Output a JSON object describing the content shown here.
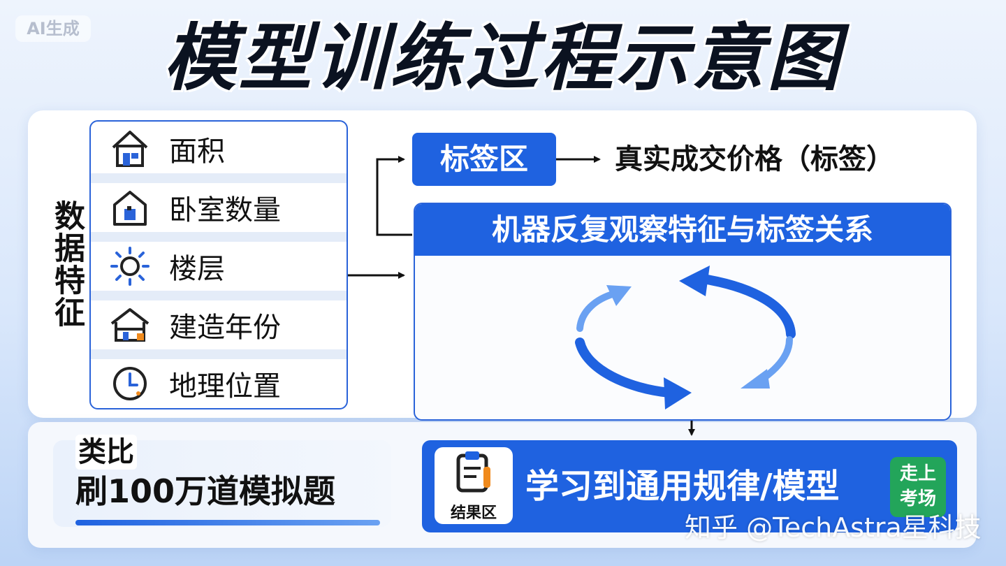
{
  "watermark": "AI生成",
  "title": "模型训练过程示意图",
  "features": {
    "label": "数据特征",
    "items": [
      {
        "label": "面积",
        "icon": "house-area-icon"
      },
      {
        "label": "卧室数量",
        "icon": "house-bedroom-icon"
      },
      {
        "label": "楼层",
        "icon": "sun-floor-icon"
      },
      {
        "label": "建造年份",
        "icon": "house-year-icon"
      },
      {
        "label": "地理位置",
        "icon": "clock-location-icon"
      }
    ]
  },
  "label_zone": {
    "title": "标签区",
    "value": "真实成交价格（标签）"
  },
  "learning": {
    "title": "机器反复观察特征与标签关系"
  },
  "analogy": {
    "title": "类比",
    "text": "刷100万道模拟题"
  },
  "result": {
    "card_label": "结果区",
    "text": "学习到通用规律/模型",
    "badge_line1": "走上",
    "badge_line2": "考场"
  },
  "credit": "知乎 @TechAstra星科技",
  "colors": {
    "primary": "#1f62e0",
    "accent_light": "#6aa1f2",
    "badge": "#23a55a",
    "title": "#0b1220"
  }
}
